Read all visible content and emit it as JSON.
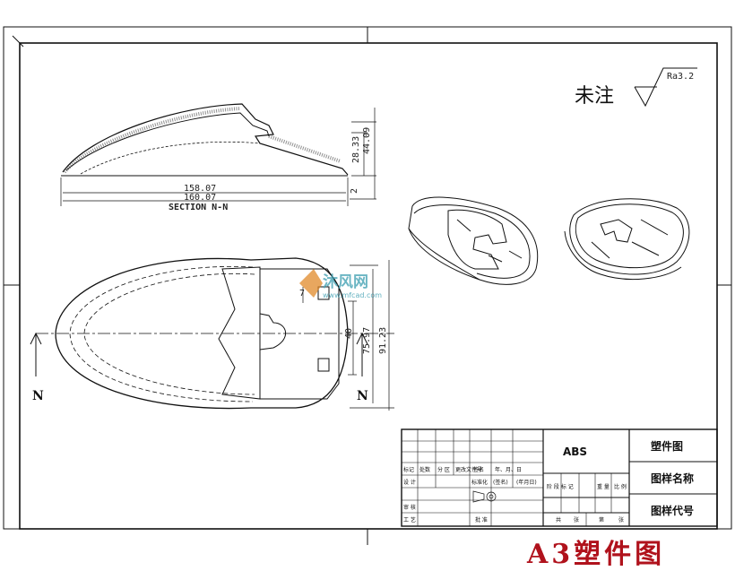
{
  "note": {
    "label": "未注",
    "roughness": "Ra3.2"
  },
  "section": {
    "label": "SECTION N-N",
    "dims": {
      "length_inner": "158.07",
      "length_outer": "160.07",
      "height_inner": "28.33",
      "height_outer": "44.09",
      "wall": "2"
    }
  },
  "plan": {
    "dims": {
      "d7": "7",
      "d40": "40",
      "d75": "75.97",
      "d91": "91.23"
    },
    "cut_label_left": "N",
    "cut_label_right": "N"
  },
  "watermark": {
    "text": "沐风网",
    "url": "www.mfcad.com"
  },
  "title_block": {
    "material": "ABS",
    "drawing_type": "塑件图",
    "drawing_name": "图样名称",
    "drawing_code": "图样代号",
    "rev_headers": [
      "标记",
      "处数",
      "分 区",
      "更改文件号",
      "签名",
      "年、月、日"
    ],
    "design_row": [
      "设 计",
      "标准化",
      "(签名)",
      "(年月日)"
    ],
    "review": "审 核",
    "process": "工 艺",
    "approve": "批 准",
    "stage_headers": [
      "阶 段 标 记",
      "重 量",
      "比 例"
    ],
    "sheet_row": [
      "共",
      "张",
      "第",
      "张"
    ]
  },
  "sheet_title": "A3塑件图"
}
